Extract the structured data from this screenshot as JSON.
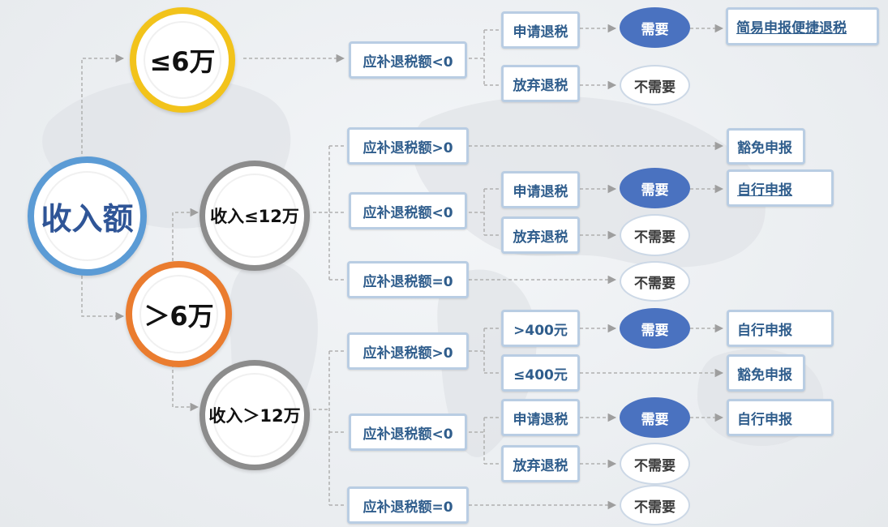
{
  "income_node": {
    "label": "收入额",
    "color": "#5b9bd5"
  },
  "le6": {
    "label": "≤6万",
    "color": "#f2c31b"
  },
  "gt6": {
    "label": "＞6万",
    "color": "#ea7c2f"
  },
  "le12": {
    "label": "收入≤12万",
    "color": "#8c8c8c"
  },
  "gt12": {
    "label": "收入＞12万",
    "color": "#8c8c8c"
  },
  "branch_le6": {
    "balance": "应补退税额<0",
    "apply": "申请退税",
    "apply_need": "需要",
    "apply_result": "简易申报便捷退税",
    "waive": "放弃退税",
    "waive_need": "不需要"
  },
  "branch_le12": {
    "pos_balance": "应补退税额>0",
    "pos_result": "豁免申报",
    "neg_balance": "应补退税额<0",
    "apply": "申请退税",
    "apply_need": "需要",
    "apply_result": "自行申报",
    "waive": "放弃退税",
    "waive_need": "不需要",
    "zero_balance": "应补退税额=0",
    "zero_need": "不需要"
  },
  "branch_gt12": {
    "pos_balance": "应补退税额>0",
    "gt400": ">400元",
    "gt400_need": "需要",
    "gt400_result": "自行申报",
    "le400": "≤400元",
    "le400_result": "豁免申报",
    "neg_balance": "应补退税额<0",
    "apply": "申请退税",
    "apply_need": "需要",
    "apply_result": "自行申报",
    "waive": "放弃退税",
    "waive_need": "不需要",
    "zero_balance": "应补退税额=0",
    "zero_need": "不需要"
  }
}
